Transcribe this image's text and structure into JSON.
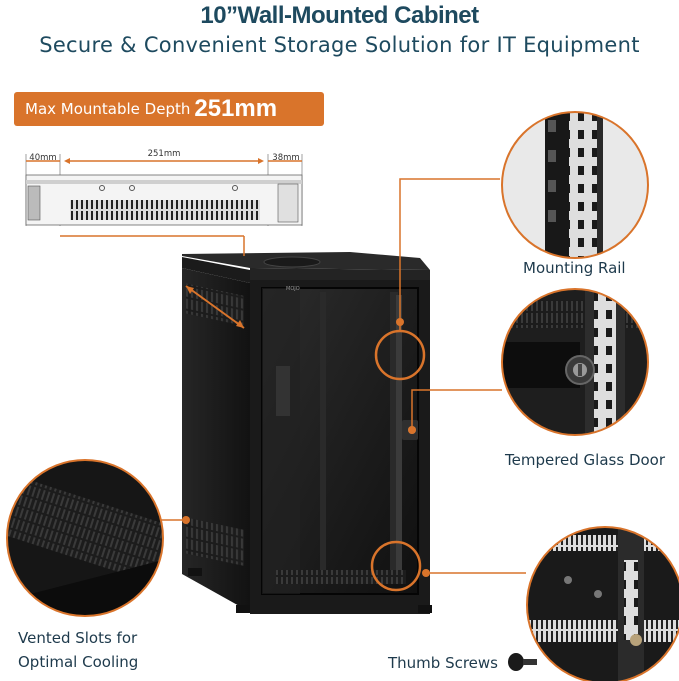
{
  "header": {
    "title": "10”Wall-Mounted Cabinet",
    "subtitle": "Secure & Convenient Storage Solution for IT Equipment"
  },
  "depth_banner": {
    "label": "Max Mountable Depth",
    "value": "251mm"
  },
  "dimensions": {
    "left": "40mm",
    "center": "251mm",
    "right": "38mm"
  },
  "callouts": {
    "mounting_rail": "Mounting Rail",
    "glass_door": "Tempered Glass Door",
    "vented_slots_line1": "Vented Slots for",
    "vented_slots_line2": "Optimal Cooling",
    "thumb_screws": "Thumb Screws"
  },
  "cabinet_logo": "MOJO",
  "colors": {
    "accent": "#d9742b",
    "title": "#1e4a5f",
    "cabinet": "#151515"
  }
}
